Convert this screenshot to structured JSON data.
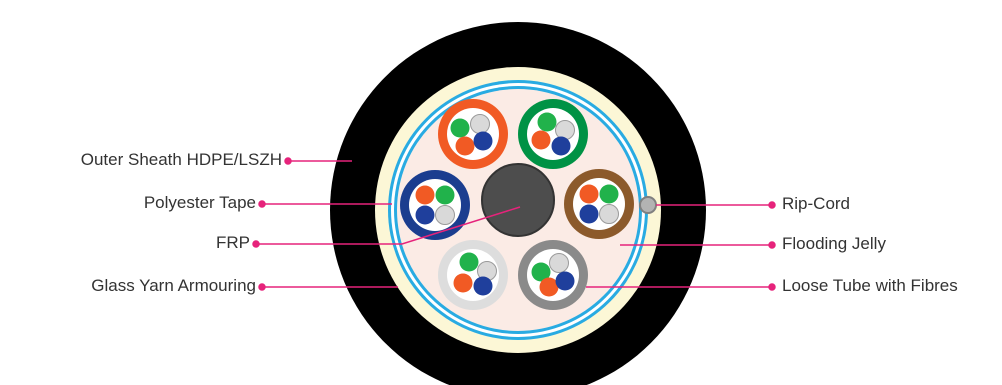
{
  "labels": {
    "outer_sheath": "Outer Sheath HDPE/LSZH",
    "polyester_tape": "Polyester Tape",
    "frp": "FRP",
    "glass_yarn": "Glass Yarn Armouring",
    "rip_cord": "Rip-Cord",
    "flooding_jelly": "Flooding Jelly",
    "loose_tube": "Loose Tube with Fibres"
  },
  "colors": {
    "outer_sheath": "#000000",
    "glass_yarn": "#fcf7d6",
    "polyester_tape": "#29abe2",
    "jelly": "#fbebe5",
    "frp": "#4d4d4d",
    "leader": "#e6237b",
    "tube_orange": "#f15a24",
    "tube_green": "#009245",
    "tube_brown": "#8c5a2b",
    "tube_blue": "#1b3d8f",
    "tube_white": "#dddddd",
    "tube_gray": "#8a8a8a",
    "fibre_green": "#21b24b",
    "fibre_orange": "#f15a24",
    "fibre_blue": "#1f3f9c",
    "fibre_white": "#d9d9d9"
  }
}
